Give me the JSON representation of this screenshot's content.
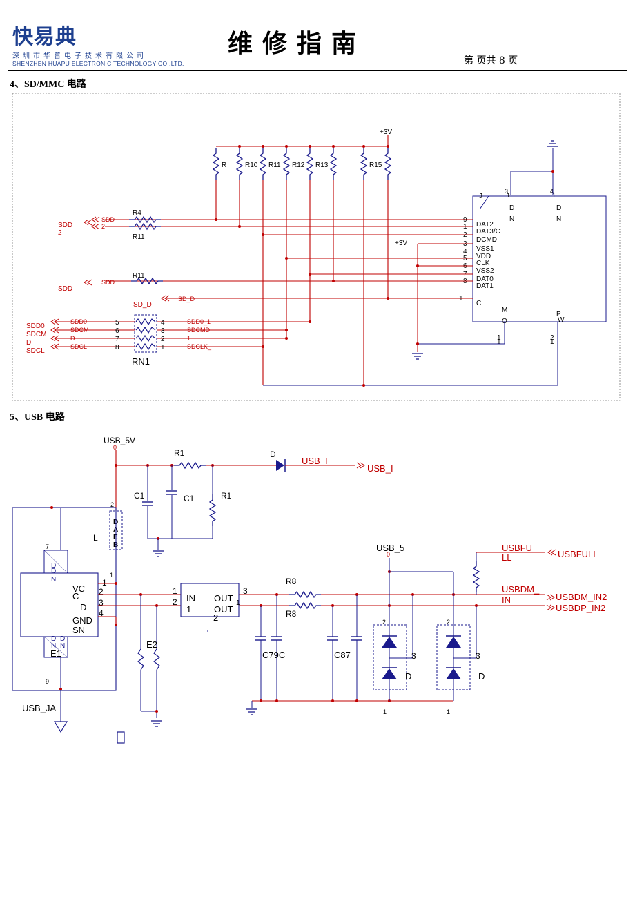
{
  "header": {
    "logo": "快易典",
    "company_cn": "深圳市华普电子技术有限公司",
    "company_en": "SHENZHEN HUAPU ELECTRONIC TECHNOLOGY CO.,LTD.",
    "title": "维修指南",
    "page_info": "第  页共 8 页"
  },
  "colors": {
    "wire": "#c00000",
    "part": "#1a1a8c",
    "label": "#c00000",
    "text": "#000000"
  },
  "section4": {
    "heading": "4、SD/MMC 电路",
    "power": "+3V",
    "pullups": [
      "R",
      "R10",
      "R11",
      "R12",
      "R13",
      "R15"
    ],
    "r4": "R4",
    "r11a": "R11",
    "r11b": "R11",
    "sdd2_a": "SDD",
    "sdd2_b": "2",
    "sdd2_mid": "SDD",
    "sdd2_mid2": "2",
    "sdd_left": "SDD",
    "sdd_mid": "SDD",
    "sdd_top": "SD_D",
    "sd_d_wire": "SD_D",
    "rn1": "RN1",
    "rn_left_outer": [
      "SDD0",
      "SDCM",
      "D",
      "SDCL"
    ],
    "rn_left_inner": [
      "SDD0",
      "SDCM",
      "D",
      "SDCL"
    ],
    "rn_left_pins": [
      "5",
      "6",
      "7",
      "8"
    ],
    "rn_right_pins": [
      "4",
      "3",
      "2",
      "1"
    ],
    "rn_right_labels": [
      "SDD0_1",
      "SDCMD",
      "1",
      "SDCLK_"
    ],
    "conn_ref": "J",
    "conn_pins": [
      "9",
      "1",
      "2",
      "3",
      "4",
      "5",
      "6",
      "7",
      "8",
      "1"
    ],
    "conn_names": [
      "DAT2",
      "DAT3/C",
      "DCMD",
      "VSS1",
      "VDD",
      "CLK",
      "VSS2",
      "DAT0",
      "DAT1",
      "C"
    ],
    "conn_vdd": "+3V",
    "conn_top_pins": [
      "3",
      "1",
      "4",
      "1"
    ],
    "conn_top_names": [
      "D",
      "N",
      "D",
      "N"
    ],
    "conn_bottom": [
      "M",
      "O",
      "P",
      "W"
    ],
    "conn_bottom_pins": [
      "1",
      "1",
      "2",
      "1"
    ]
  },
  "section5": {
    "heading": "5、USB 电路",
    "usb5v": "USB_5V",
    "usb5v_pin": "0",
    "r1_top": "R1",
    "r1_side": "R1",
    "c1a": "C1",
    "c1b": "C1",
    "diode": "D",
    "usb_i_a": "USB_I",
    "usb_i_b": "USB_I",
    "inductor_ref": "L",
    "inductor_pin": "2",
    "inductor_text": [
      "D",
      "A",
      "E",
      "B"
    ],
    "jack_pins_top": [
      "7"
    ],
    "jack_side": [
      "D",
      "D",
      "N"
    ],
    "jack_labels": [
      "VC",
      "C",
      "D",
      "GND",
      "SN"
    ],
    "jack_pin_nums": [
      "1",
      "2",
      "3",
      "4"
    ],
    "jack_bottom": [
      "D",
      "D",
      "N",
      "N",
      "E1"
    ],
    "jack_pin9": "9",
    "jack_ref": "USB_JA",
    "inductor_pin1": "1",
    "e2": "E2",
    "ic_pins_in": [
      "IN",
      "1"
    ],
    "ic_pins_out": [
      "OUT",
      "OUT",
      "2"
    ],
    "ic_num_in": [
      "1",
      "2"
    ],
    "ic_num_out": [
      "3",
      "1"
    ],
    "r8a": "R8",
    "r8b": "R8",
    "cap_c79": "C79C",
    "cap_c87": "C87",
    "usb5": "USB_5",
    "usb5_pin": "0",
    "tvs_pins": [
      "2",
      "3",
      "1",
      "2",
      "3",
      "1"
    ],
    "tvs_d": [
      "D",
      "D"
    ],
    "usbfull_a": "USBFU",
    "usbfull_b": "LL",
    "usbfull_c": "USBFULL",
    "usbdm_a": "USBDM_",
    "usbdm_b": "IN",
    "usbdm_c": "USBDM_IN2",
    "usbdp_c": "USBDP_IN2"
  }
}
